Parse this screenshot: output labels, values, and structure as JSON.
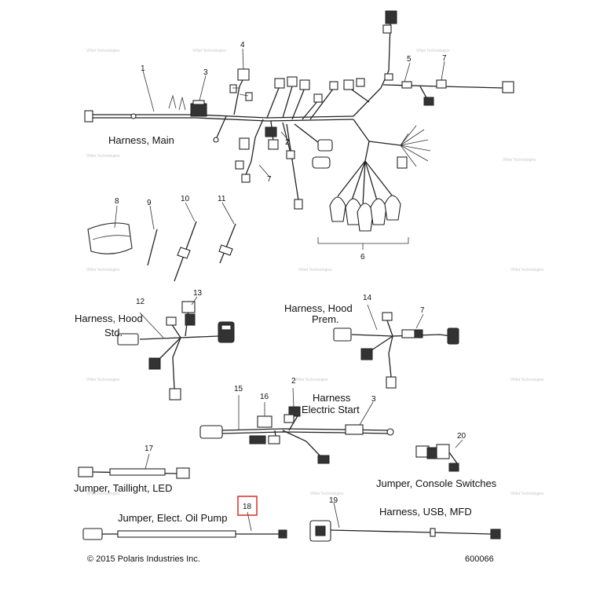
{
  "labels": {
    "harness_main": "Harness, Main",
    "harness_hood_std_1": "Harness, Hood",
    "harness_hood_std_2": "Std.",
    "harness_hood_prem_1": "Harness, Hood",
    "harness_hood_prem_2": "Prem.",
    "harness_electric_start_1": "Harness",
    "harness_electric_start_2": "Electric Start",
    "jumper_taillight": "Jumper, Taillight, LED",
    "jumper_console": "Jumper, Console Switches",
    "jumper_oil_pump": "Jumper, Elect. Oil Pump",
    "harness_usb": "Harness, USB, MFD"
  },
  "callouts": {
    "c1": "1",
    "c2a": "2",
    "c2b": "2",
    "c3a": "3",
    "c3b": "3",
    "c4": "4",
    "c5": "5",
    "c6": "6",
    "c7a": "7",
    "c7b": "7",
    "c7c": "7",
    "c8": "8",
    "c9": "9",
    "c10": "10",
    "c11": "11",
    "c12": "12",
    "c13": "13",
    "c14": "14",
    "c15": "15",
    "c16": "16",
    "c17": "17",
    "c18": "18",
    "c19": "19",
    "c20": "20"
  },
  "highlight_color": "#d62020",
  "footer": {
    "copyright": "© 2015 Polaris Industries Inc.",
    "drawing_number": "600066"
  }
}
